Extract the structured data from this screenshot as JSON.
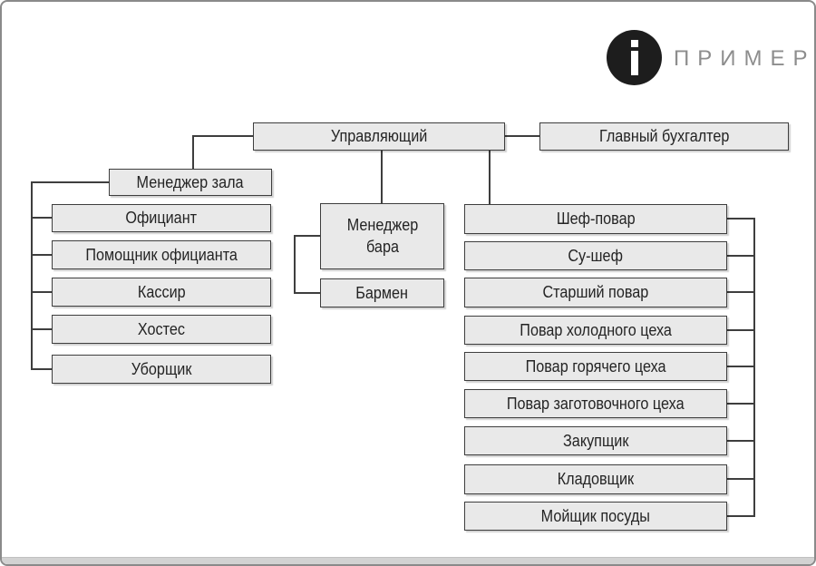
{
  "watermark": {
    "label": "ПРИМЕР",
    "icon": "info-i-icon"
  },
  "colors": {
    "box_fill": "#e9e9e9",
    "box_border": "#3e3e3e",
    "connector": "#3e3e3e",
    "text": "#242424",
    "logo_circle": "#1d1d1d",
    "watermark_text": "#8d8d8d",
    "frame_border": "#8a8a8a",
    "bottom_bar": "#d2d2d2"
  },
  "org": {
    "root": {
      "label": "Управляющий"
    },
    "accountant": {
      "label": "Главный бухгалтер"
    },
    "branches": [
      {
        "head": "Менеджер зала",
        "children": [
          "Официант",
          "Помощник официанта",
          "Кассир",
          "Хостес",
          "Уборщик"
        ]
      },
      {
        "head": "Менеджер бара",
        "children": [
          "Бармен"
        ]
      },
      {
        "head": "Шеф-повар",
        "children": [
          "Су-шеф",
          "Старший повар",
          "Повар холодного цеха",
          "Повар горячего цеха",
          "Повар заготовочного цеха",
          "Закупщик",
          "Кладовщик",
          "Мойщик посуды"
        ]
      }
    ]
  }
}
